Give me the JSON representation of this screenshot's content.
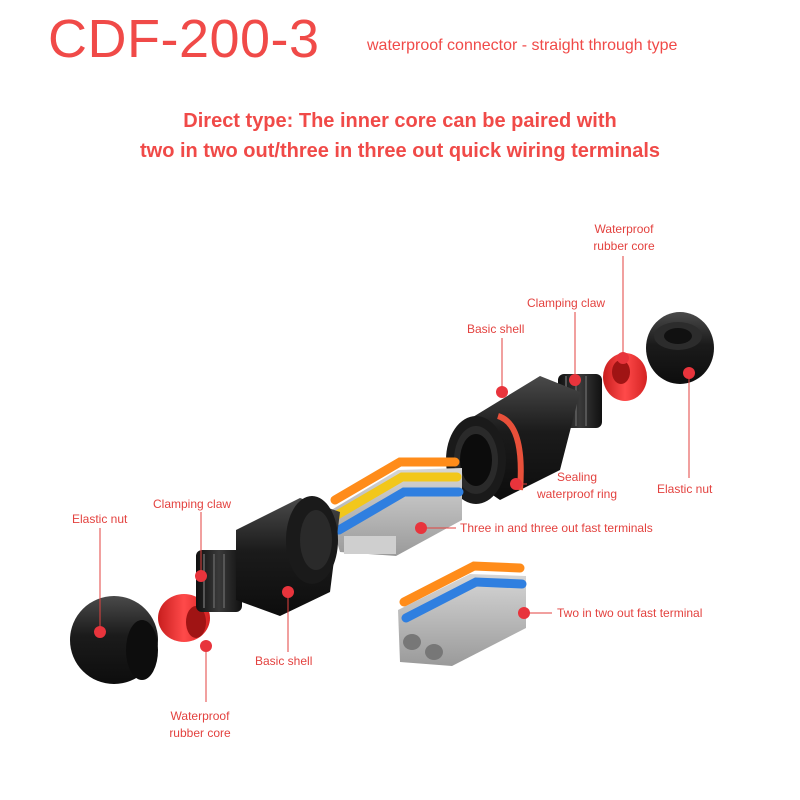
{
  "header": {
    "model": "CDF-200-3",
    "subtitle": "waterproof connector - straight through type"
  },
  "description": {
    "line1": "Direct type: The inner core can be paired with",
    "line2": "two in two out/three in three out quick wiring terminals"
  },
  "labels": {
    "waterproof_core_top_l1": "Waterproof",
    "waterproof_core_top_l2": "rubber core",
    "clamping_claw_top": "Clamping claw",
    "basic_shell_top": "Basic shell",
    "elastic_nut_top": "Elastic nut",
    "sealing_ring_l1": "Sealing",
    "sealing_ring_l2": "waterproof ring",
    "three_terminals": "Three in and three out fast terminals",
    "two_terminal": "Two in two out fast terminal",
    "elastic_nut_left": "Elastic nut",
    "clamping_claw_left": "Clamping claw",
    "basic_shell_bottom": "Basic shell",
    "waterproof_core_bottom_l1": "Waterproof",
    "waterproof_core_bottom_l2": "rubber core"
  },
  "colors": {
    "accent": "#f04a48",
    "callout_dot": "#e8343c",
    "body_black": "#1e1e1e",
    "rubber_red": "#f03030",
    "terminal_gray": "#bdbdbd"
  }
}
